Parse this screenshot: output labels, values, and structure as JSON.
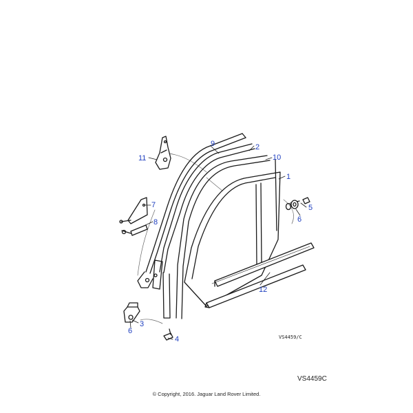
{
  "callouts": [
    {
      "id": "1",
      "label": "1"
    },
    {
      "id": "2",
      "label": "2"
    },
    {
      "id": "3",
      "label": "3"
    },
    {
      "id": "4",
      "label": "4"
    },
    {
      "id": "5",
      "label": "5"
    },
    {
      "id": "6a",
      "label": "6"
    },
    {
      "id": "6b",
      "label": "6"
    },
    {
      "id": "7",
      "label": "7"
    },
    {
      "id": "8",
      "label": "8"
    },
    {
      "id": "9",
      "label": "9"
    },
    {
      "id": "10",
      "label": "10"
    },
    {
      "id": "11",
      "label": "11"
    },
    {
      "id": "12",
      "label": "12"
    }
  ],
  "drawing_ref": "VS4459/C",
  "page_ref": "VS4459C",
  "copyright": "© Copyright, 2016. Jaguar Land Rover Limited.",
  "colors": {
    "callout": "#1f3fbf",
    "line": "#1a1a1a"
  }
}
